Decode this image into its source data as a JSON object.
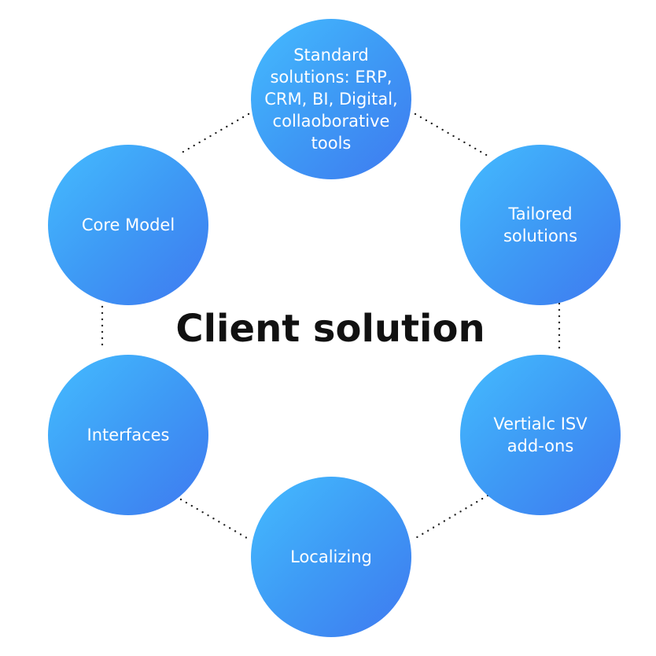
{
  "title": "Client solution",
  "nodes": {
    "top": "Standard\nsolutions: ERP,\nCRM, BI, Digital,\ncollaoborative\ntools",
    "top_left": "Core Model",
    "top_right": "Tailored\nsolutions",
    "bottom_left": "Interfaces",
    "bottom_right": "Vertialc ISV\nadd-ons",
    "bottom": "Localizing"
  },
  "colors": {
    "node_gradient_start": "#44bcff",
    "node_gradient_end": "#3f79f0",
    "connector": "#222222",
    "title": "#111111"
  }
}
